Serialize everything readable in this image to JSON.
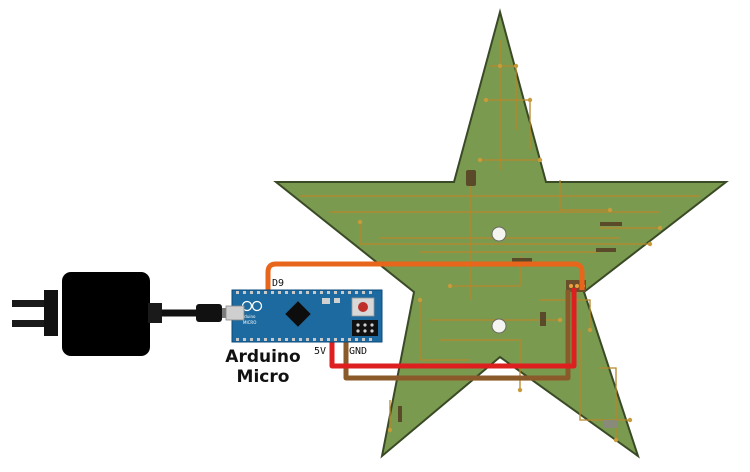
{
  "diagram": {
    "board": {
      "label_line1": "Arduino",
      "label_line2": "Micro",
      "logo_text": "Arduino",
      "logo_sub": "MICRO"
    },
    "pins": {
      "signal": "D9",
      "power": "5V",
      "ground": "GND"
    },
    "colors": {
      "star_fill": "#7a9a50",
      "star_stroke": "#3a4a26",
      "trace": "#b8862a",
      "signal_wire": "#e8661b",
      "power_wire": "#dd1f1f",
      "ground_wire": "#8a5a2b",
      "board": "#1c6aa0",
      "adapter": "#000000"
    },
    "icons": [
      "power-adapter-icon",
      "usb-cable-icon",
      "star-pcb-icon",
      "arduino-micro-board-icon"
    ]
  }
}
